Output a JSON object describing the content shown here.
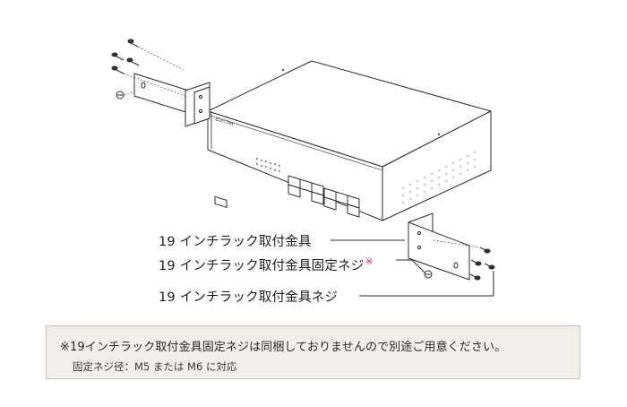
{
  "labels": {
    "bracket": "19 インチラック取付金具",
    "bracket_fixing_screw": "19 インチラック取付金具固定ネジ",
    "bracket_fixing_screw_mark": "※",
    "bracket_screw": "19 インチラック取付金具ネジ"
  },
  "note": {
    "line1": "※19インチラック取付金具固定ネジは同梱しておりませんので別途ご用意ください。",
    "line2": "固定ネジ径：M5 または M6 に対応"
  },
  "colors": {
    "line": "#2b2b2b",
    "mark": "#e2376a",
    "note_bg": "#f2eee9",
    "note_border": "#c9c2ba"
  }
}
